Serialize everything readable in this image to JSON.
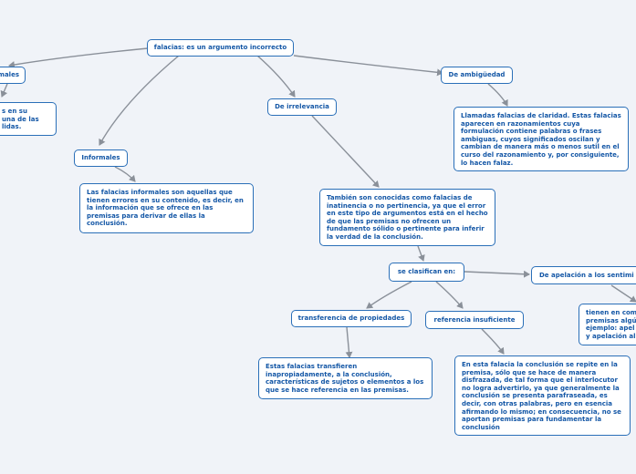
{
  "nodes": {
    "root": "falacias: es un argumento incorrecto",
    "formales": "males",
    "formales_desc": "s en su\nuna de las\nlidas.",
    "informales": "Informales",
    "informales_desc": "Las falacias informales son aquellas que\ntienen errores en su contenido, es decir, en\nla información que se ofrece en las\npremisas para derivar de ellas la\nconclusión.",
    "irrelevancia": "De irrelevancia",
    "irrelevancia_desc": "También son conocidas como falacias de\ninatinencia o no pertinencia, ya que el error\nen este tipo de argumentos está en el hecho\nde que las premisas no ofrecen un\nfundamento sólido o pertinente para inferir\nla verdad de la conclusión.",
    "ambiguedad": "De ambigüedad",
    "ambiguedad_desc": "Llamadas falacias de claridad. Estas falacias\naparecen en razonamientos cuya\nformulación contiene palabras o frases\nambiguas, cuyos significados oscilan y\ncambian de manera más o menos sutil en el\ncurso del razonamiento y, por consiguiente,\nlo hacen falaz.",
    "clasifican": "se clasifican en:",
    "transferencia": "transferencia de propiedades",
    "transferencia_desc": "Estas falacias transfieren\ninapropiadamente, a la conclusión,\ncaracterísticas de sujetos o elementos a los\nque se hace referencia en las premisas.",
    "insuficiente": "referencia insuficiente",
    "insuficiente_desc": "En esta falacia la conclusión se repite en la\npremisa, sólo que se hace de manera\ndisfrazada, de tal forma que el interlocutor\nno logra advertirlo, ya que generalmente la\nconclusión se presenta parafraseada, es\ndecir, con otras palabras, pero en esencia\nafirmando lo mismo; en consecuencia, no se\naportan premisas para fundamentar la\nconclusión",
    "apelacion": "De apelación a los sentimi",
    "apelacion_desc": "tienen en com\npremisas algú\nejemplo: apel\ny apelación al"
  },
  "colors": {
    "background": "#f0f3f8",
    "border": "#2a6fb8",
    "text": "#1457a6",
    "link": "#8a9099"
  }
}
